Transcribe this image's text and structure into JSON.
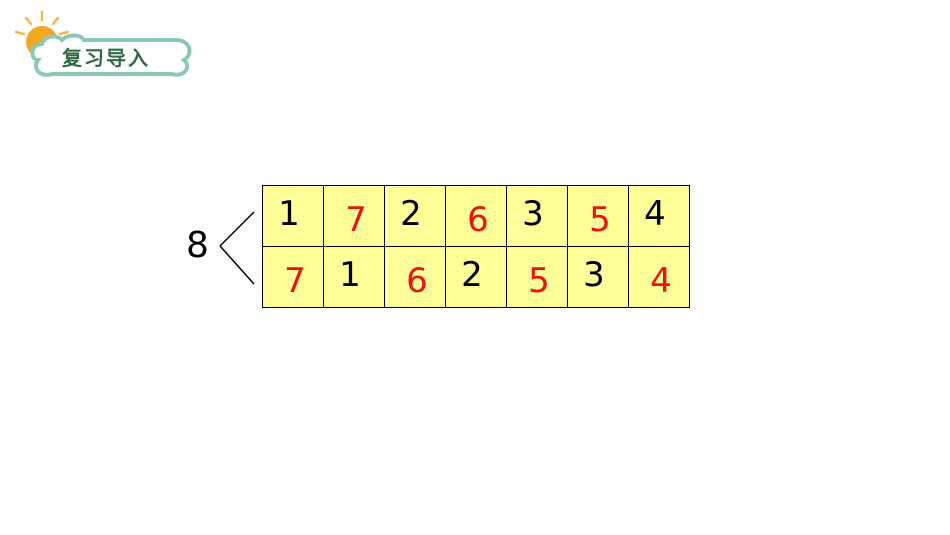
{
  "header": {
    "badge_label": "复习导入",
    "badge_icon": "sun-icon",
    "colors": {
      "badge_border": "#8cc9b4",
      "badge_fill": "#ffffff",
      "badge_text": "#2f6a43",
      "sun": "#f5a623"
    }
  },
  "decomposition": {
    "total": "8",
    "top_row": [
      "1",
      "7",
      "2",
      "6",
      "3",
      "5",
      "4"
    ],
    "bottom_row": [
      "7",
      "1",
      "6",
      "2",
      "5",
      "3",
      "4"
    ],
    "top_row_colors": [
      "black",
      "red",
      "black",
      "red",
      "black",
      "red",
      "black"
    ],
    "bottom_row_colors": [
      "red",
      "black",
      "red",
      "black",
      "red",
      "black",
      "red"
    ],
    "colors": {
      "cell_fill": "#ffff99",
      "red": "#ee1111",
      "black": "#000000"
    }
  }
}
